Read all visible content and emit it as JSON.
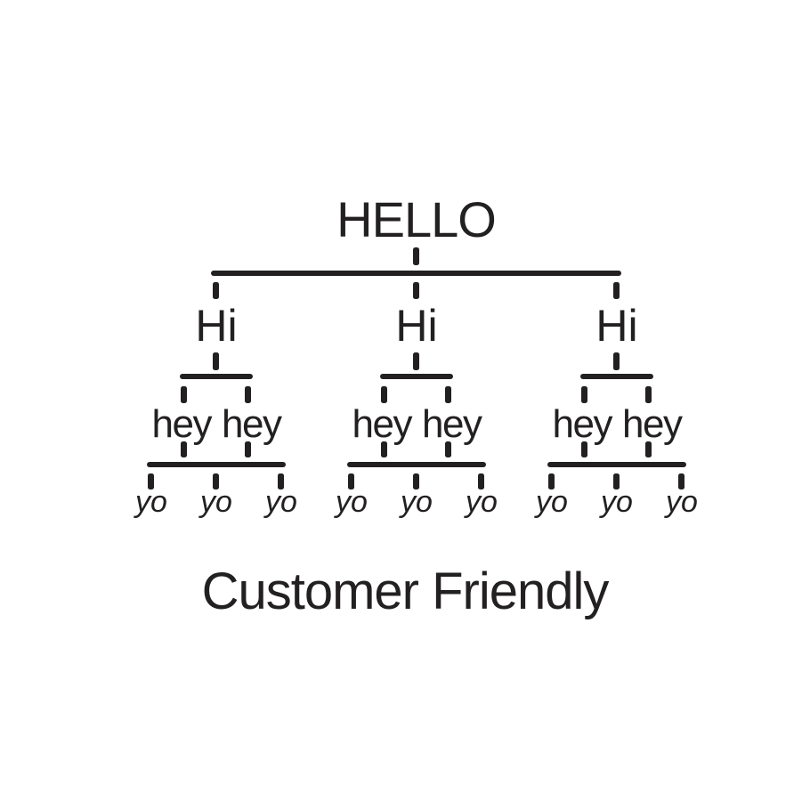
{
  "page": {
    "background_color": "#ffffff",
    "ink_color": "#232021"
  },
  "diagram": {
    "type": "tree",
    "root": {
      "label": "HELLO"
    },
    "branches": [
      {
        "label": "Hi",
        "children": [
          "hey",
          "hey"
        ],
        "leaves": [
          "yo",
          "yo",
          "yo"
        ]
      },
      {
        "label": "Hi",
        "children": [
          "hey",
          "hey"
        ],
        "leaves": [
          "yo",
          "yo",
          "yo"
        ]
      },
      {
        "label": "Hi",
        "children": [
          "hey",
          "hey"
        ],
        "leaves": [
          "yo",
          "yo",
          "yo"
        ]
      }
    ],
    "caption": "Customer Friendly"
  }
}
